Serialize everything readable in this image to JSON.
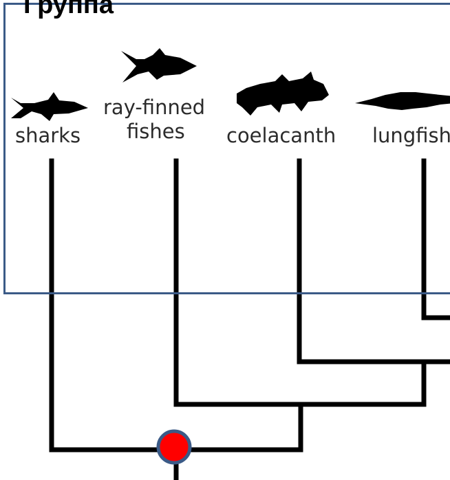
{
  "group": {
    "title": "Группа"
  },
  "taxa": [
    {
      "label": "sharks",
      "icon": "shark-icon"
    },
    {
      "label_line1": "ray-finned",
      "label_line2": "fishes",
      "icon": "ray-finned-fish-icon"
    },
    {
      "label": "coelacanth",
      "icon": "coelacanth-icon"
    },
    {
      "label": "lungfish",
      "icon": "lungfish-icon"
    }
  ],
  "colors": {
    "frame": "#3b5a87",
    "branch": "#000000",
    "node_fill": "#ff0000",
    "node_stroke": "#3b5a87"
  }
}
